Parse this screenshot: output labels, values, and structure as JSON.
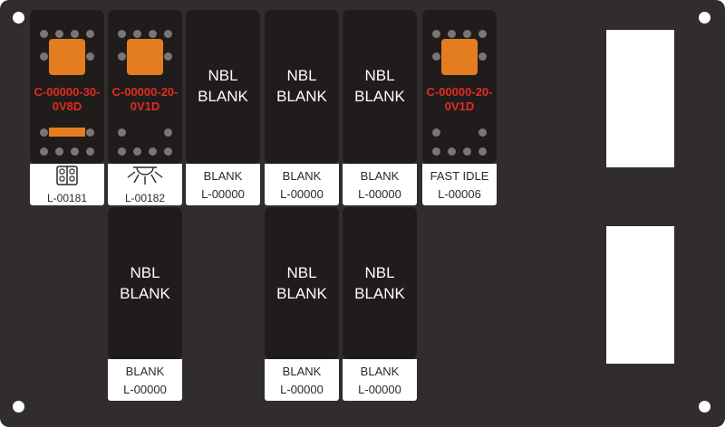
{
  "switches": [
    {
      "id": "s1",
      "top": [
        "C-00000-30-",
        "0V8D"
      ],
      "led": true,
      "bar": true,
      "legend": [
        "L-00181"
      ],
      "icon": "double-rocker-icon"
    },
    {
      "id": "s2",
      "top": [
        "C-00000-20-",
        "0V1D"
      ],
      "led": true,
      "bar": false,
      "legend": [
        "L-00182"
      ],
      "icon": "light-burst-icon"
    },
    {
      "id": "s3",
      "top": [
        "NBL",
        "BLANK"
      ],
      "legend": [
        "BLANK",
        "L-00000"
      ]
    },
    {
      "id": "s4",
      "top": [
        "NBL",
        "BLANK"
      ],
      "legend": [
        "BLANK",
        "L-00000"
      ]
    },
    {
      "id": "s5",
      "top": [
        "NBL",
        "BLANK"
      ],
      "legend": [
        "BLANK",
        "L-00000"
      ]
    },
    {
      "id": "s6",
      "top": [
        "C-00000-20-",
        "0V1D"
      ],
      "led": true,
      "bar": false,
      "legend": [
        "FAST IDLE",
        "L-00006"
      ]
    },
    {
      "id": "s7",
      "top": [
        "NBL",
        "BLANK"
      ],
      "legend": [
        "BLANK",
        "L-00000"
      ]
    },
    {
      "id": "s8",
      "top": [
        "NBL",
        "BLANK"
      ],
      "legend": [
        "BLANK",
        "L-00000"
      ]
    },
    {
      "id": "s9",
      "top": [
        "NBL",
        "BLANK"
      ],
      "legend": [
        "BLANK",
        "L-00000"
      ]
    }
  ],
  "colors": {
    "panel": "#302d2c",
    "switch": "#1f1c1b",
    "led": "#e47d20",
    "code": "#e32c20",
    "dot": "#7a7675"
  }
}
